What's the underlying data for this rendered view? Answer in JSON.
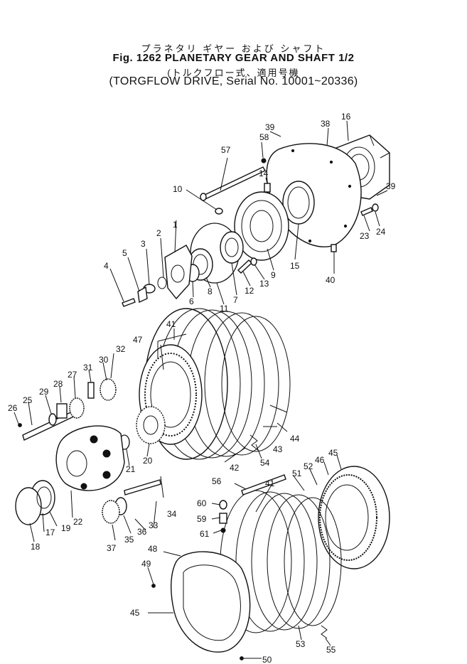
{
  "title": {
    "jp_line1": "プラネタリ ギヤー および シャフト",
    "en_line1": "Fig. 1262 PLANETARY GEAR AND SHAFT 1/2",
    "jp_line2": "(トルクフロー式、適用号機",
    "en_line2": "(TORGFLOW DRIVE, Serial No. 10001~20336)"
  },
  "part_labels": [
    "1",
    "2",
    "3",
    "4",
    "5",
    "6",
    "7",
    "8",
    "9",
    "10",
    "11",
    "12",
    "13",
    "14",
    "15",
    "16",
    "17",
    "18",
    "19",
    "20",
    "21",
    "22",
    "23",
    "24",
    "25",
    "26",
    "27",
    "28",
    "29",
    "30",
    "31",
    "32",
    "33",
    "34",
    "35",
    "36",
    "37",
    "38",
    "39",
    "39",
    "40",
    "41",
    "41",
    "42",
    "43",
    "44",
    "45",
    "45",
    "46",
    "47",
    "48",
    "49",
    "50",
    "51",
    "52",
    "53",
    "54",
    "55",
    "56",
    "57",
    "58",
    "59",
    "60",
    "61"
  ]
}
